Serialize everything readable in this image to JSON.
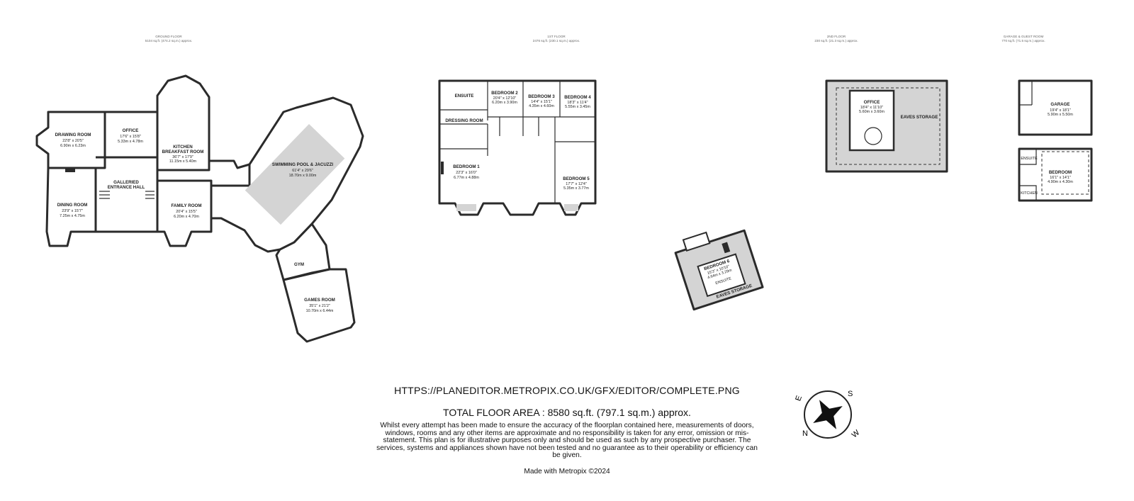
{
  "floors": [
    {
      "id": "ground",
      "title": "GROUND FLOOR",
      "area": "5104 sq.ft. (474.2 sq.m.) approx."
    },
    {
      "id": "first",
      "title": "1ST FLOOR",
      "area": "2476 sq.ft. (230.1 sq.m.) approx."
    },
    {
      "id": "second",
      "title": "2ND FLOOR",
      "area": "230 sq.ft. (21.3 sq.m.) approx."
    },
    {
      "id": "garage",
      "title": "GARAGE & GUEST ROOM",
      "area": "770 sq.ft. (71.5 sq.m.) approx."
    }
  ],
  "rooms": {
    "drawing": {
      "name": "DRAWING ROOM",
      "dim1": "22'8\" x 20'5\"",
      "dim2": "6.90m x 6.23m"
    },
    "office_g": {
      "name": "OFFICE",
      "dim1": "17'6\" x 15'8\"",
      "dim2": "5.33m x 4.78m"
    },
    "kitchen": {
      "name": "KITCHEN",
      "name2": "BREAKFAST ROOM",
      "dim1": "36'7\" x 17'9\"",
      "dim2": "11.15m x 5.40m"
    },
    "gallery": {
      "name": "GALLERIED",
      "name2": "ENTRANCE HALL"
    },
    "dining": {
      "name": "DINING ROOM",
      "dim1": "23'9\" x 15'7\"",
      "dim2": "7.25m x 4.75m"
    },
    "family": {
      "name": "FAMILY ROOM",
      "dim1": "20'4\" x 15'5\"",
      "dim2": "6.20m x 4.70m"
    },
    "pool": {
      "name": "SWIMMING POOL & JACUZZI",
      "dim1": "61'4\" x 29'6\"",
      "dim2": "18.70m x 9.00m"
    },
    "gym": {
      "name": "GYM"
    },
    "games": {
      "name": "GAMES ROOM",
      "dim1": "35'1\" x 21'2\"",
      "dim2": "10.70m x 6.44m"
    },
    "ensuite1": {
      "name": "ENSUITE"
    },
    "bedroom2": {
      "name": "BEDROOM 2",
      "dim1": "20'4\" x 12'10\"",
      "dim2": "6.20m x 3.90m"
    },
    "bedroom3": {
      "name": "BEDROOM 3",
      "dim1": "14'4\" x 15'1\"",
      "dim2": "4.35m x 4.60m"
    },
    "bedroom4": {
      "name": "BEDROOM 4",
      "dim1": "18'3\" x 11'4\"",
      "dim2": "5.55m x 3.45m"
    },
    "dressing": {
      "name": "DRESSING ROOM"
    },
    "bedroom1": {
      "name": "BEDROOM 1",
      "dim1": "22'3\" x 16'0\"",
      "dim2": "6.77m x 4.88m"
    },
    "bedroom5": {
      "name": "BEDROOM 5",
      "dim1": "17'7\" x 12'4\"",
      "dim2": "5.35m x 3.77m"
    },
    "office_2": {
      "name": "OFFICE",
      "dim1": "18'4\" x 11'10\"",
      "dim2": "5.60m x 3.60m"
    },
    "eaves1": {
      "name": "EAVES STORAGE"
    },
    "bedroom6": {
      "name": "BEDROOM 6",
      "dim1": "15'3\" x 10'10\"",
      "dim2": "4.64m x 3.29m"
    },
    "eaves2": {
      "name": "EAVES STORAGE"
    },
    "ensuite6": {
      "name": "ENSUITE"
    },
    "garage": {
      "name": "GARAGE",
      "dim1": "19'4\" x 18'1\"",
      "dim2": "5.90m x 5.50m"
    },
    "ensuite_g": {
      "name": "ENSUITE"
    },
    "bedroom_g": {
      "name": "BEDROOM",
      "dim1": "16'1\" x 14'1\"",
      "dim2": "4.90m x 4.30m"
    },
    "kitchen_g": {
      "name": "KITCHEN"
    }
  },
  "url": "HTTPS://PLANEDITOR.METROPIX.CO.UK/GFX/EDITOR/COMPLETE.PNG",
  "total_area": "TOTAL FLOOR AREA : 8580 sq.ft. (797.1 sq.m.) approx.",
  "disclaimer": "Whilst every attempt has been made to ensure the accuracy of the floorplan contained here, measurements of doors, windows, rooms and any other items are approximate and no responsibility is taken for any error, omission or mis-statement. This plan is for illustrative purposes only and should be used as such by any prospective purchaser. The services, systems and appliances shown have not been tested and no guarantee as to their operability or efficiency can be given.",
  "made_with": "Made with Metropix ©2024",
  "compass": {
    "labels": [
      "N",
      "E",
      "S",
      "W"
    ]
  },
  "colors": {
    "walls": "#2b2b2b",
    "shaded": "#d4d4d4",
    "text": "#222222"
  }
}
